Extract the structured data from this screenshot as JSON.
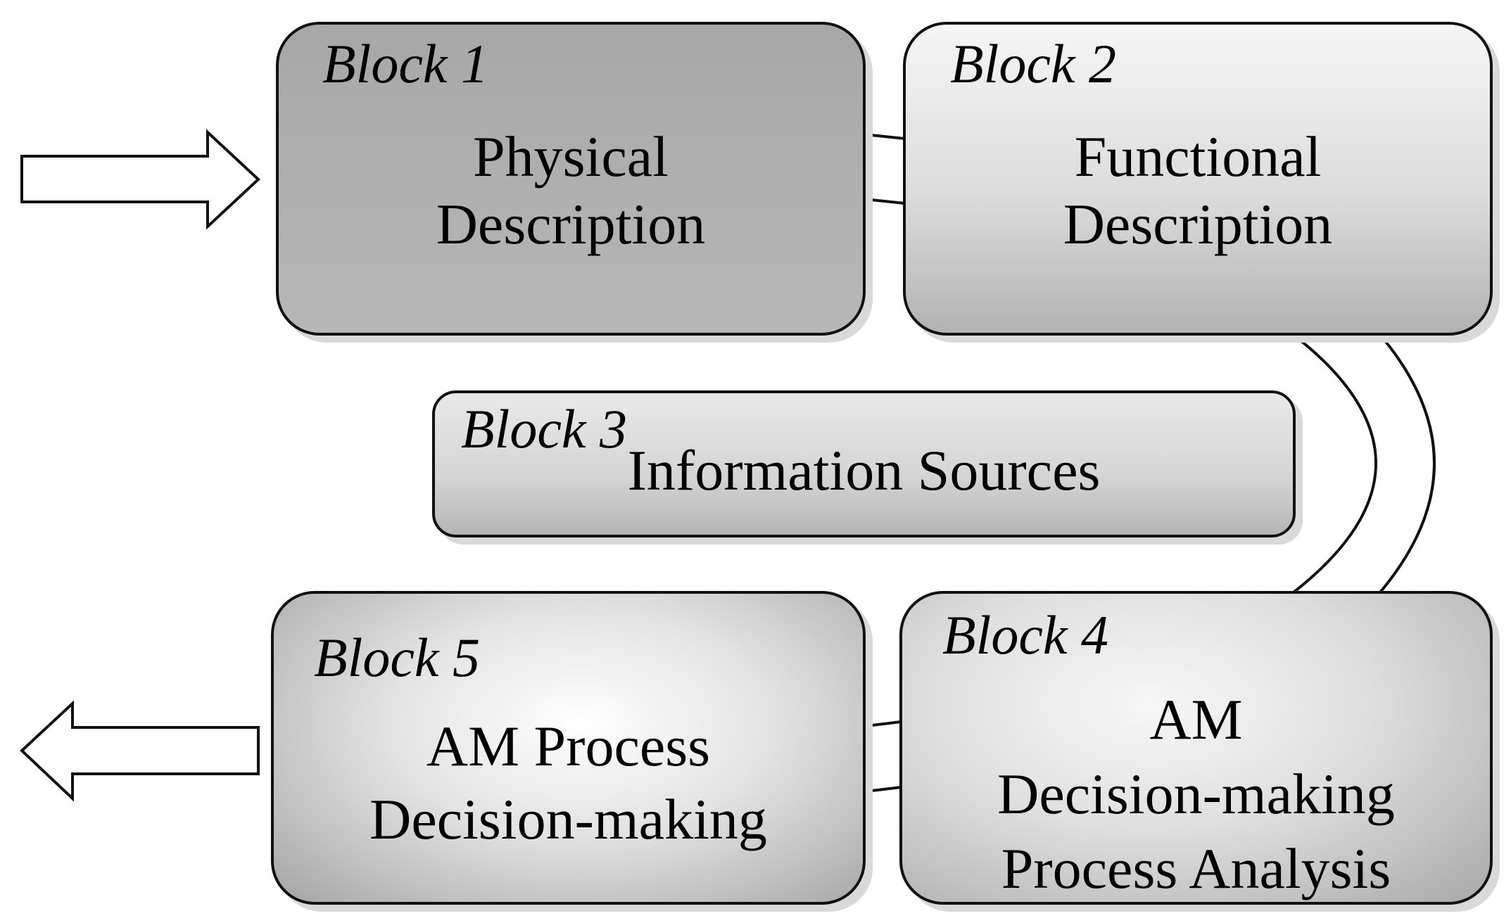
{
  "blocks": [
    {
      "title": "Block 1",
      "lines": [
        "Physical",
        "Description"
      ]
    },
    {
      "title": "Block 2",
      "lines": [
        "Functional",
        "Description"
      ]
    },
    {
      "title": "Block 3",
      "lines": [
        "Information Sources"
      ]
    },
    {
      "title": "Block 4",
      "lines": [
        "AM",
        "Decision-making",
        "Process Analysis"
      ]
    },
    {
      "title": "Block 5",
      "lines": [
        "AM Process",
        "Decision-making"
      ]
    }
  ]
}
